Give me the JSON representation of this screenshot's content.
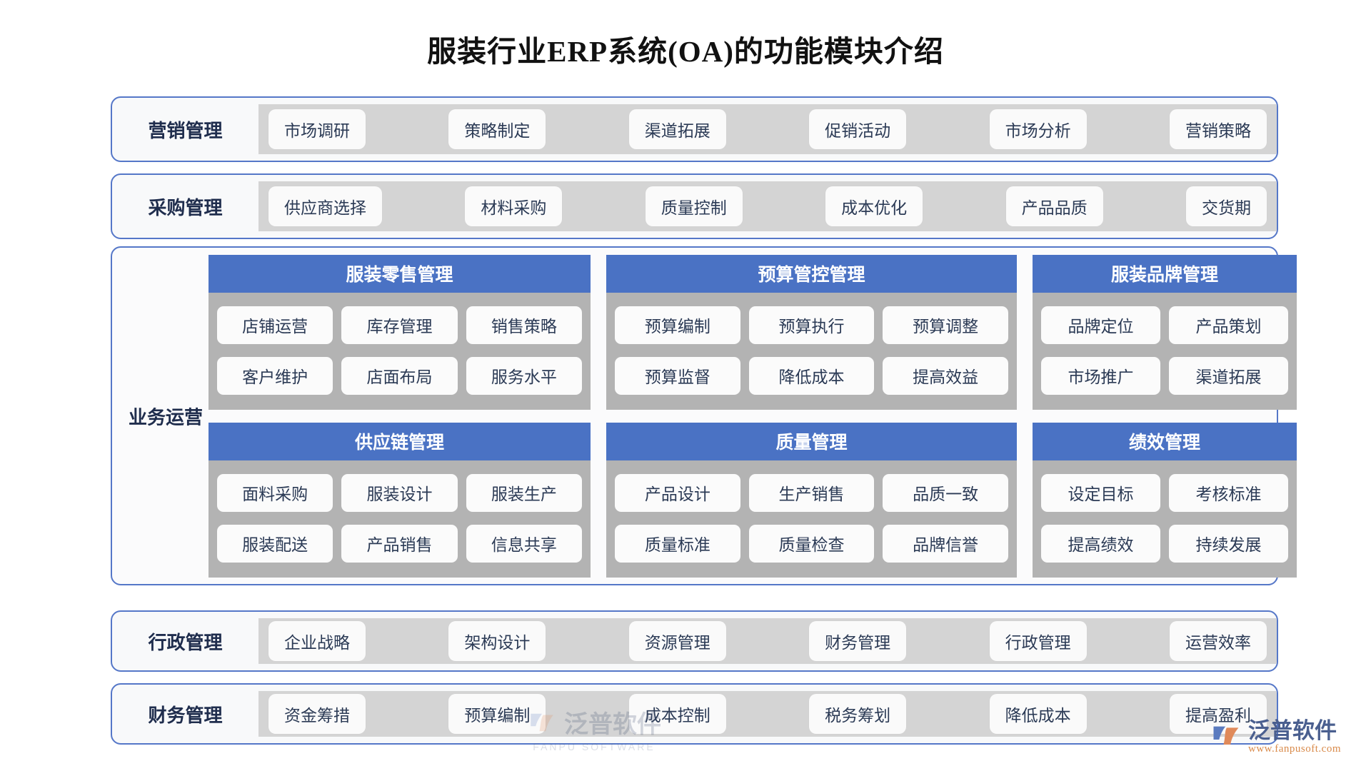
{
  "title": "服装行业ERP系统(OA)的功能模块介绍",
  "colors": {
    "panel_header_blue": "#4a72c4",
    "band_border_blue": "#5577c8",
    "strip_gray": "#d4d4d4",
    "panel_body_gray": "#b3b3b3",
    "chip_white": "#fafafa",
    "title_black": "#111111",
    "label_navy": "#1f2d4d",
    "logo_orange": "#d98a4a"
  },
  "bands_top": [
    {
      "label": "营销管理",
      "items": [
        "市场调研",
        "策略制定",
        "渠道拓展",
        "促销活动",
        "市场分析",
        "营销策略"
      ]
    },
    {
      "label": "采购管理",
      "items": [
        "供应商选择",
        "材料采购",
        "质量控制",
        "成本优化",
        "产品品质",
        "交货期"
      ]
    }
  ],
  "business": {
    "label": "业务运营",
    "panels": [
      {
        "header": "服装零售管理",
        "rows": [
          [
            "店铺运营",
            "库存管理",
            "销售策略"
          ],
          [
            "客户维护",
            "店面布局",
            "服务水平"
          ]
        ]
      },
      {
        "header": "预算管控管理",
        "rows": [
          [
            "预算编制",
            "预算执行",
            "预算调整"
          ],
          [
            "预算监督",
            "降低成本",
            "提高效益"
          ]
        ]
      },
      {
        "header": "服装品牌管理",
        "rows": [
          [
            "品牌定位",
            "产品策划"
          ],
          [
            "市场推广",
            "渠道拓展"
          ]
        ]
      },
      {
        "header": "供应链管理",
        "rows": [
          [
            "面料采购",
            "服装设计",
            "服装生产"
          ],
          [
            "服装配送",
            "产品销售",
            "信息共享"
          ]
        ]
      },
      {
        "header": "质量管理",
        "rows": [
          [
            "产品设计",
            "生产销售",
            "品质一致"
          ],
          [
            "质量标准",
            "质量检查",
            "品牌信誉"
          ]
        ]
      },
      {
        "header": "绩效管理",
        "rows": [
          [
            "设定目标",
            "考核标准"
          ],
          [
            "提高绩效",
            "持续发展"
          ]
        ]
      }
    ]
  },
  "bands_bottom": [
    {
      "label": "行政管理",
      "items": [
        "企业战略",
        "架构设计",
        "资源管理",
        "财务管理",
        "行政管理",
        "运营效率"
      ]
    },
    {
      "label": "财务管理",
      "items": [
        "资金筹措",
        "预算编制",
        "成本控制",
        "税务筹划",
        "降低成本",
        "提高盈利"
      ]
    }
  ],
  "watermark": {
    "name": "泛普软件",
    "sub": "FANPU SOFTWARE"
  },
  "footer_logo": {
    "name": "泛普软件",
    "url": "www.fanpusoft.com"
  }
}
